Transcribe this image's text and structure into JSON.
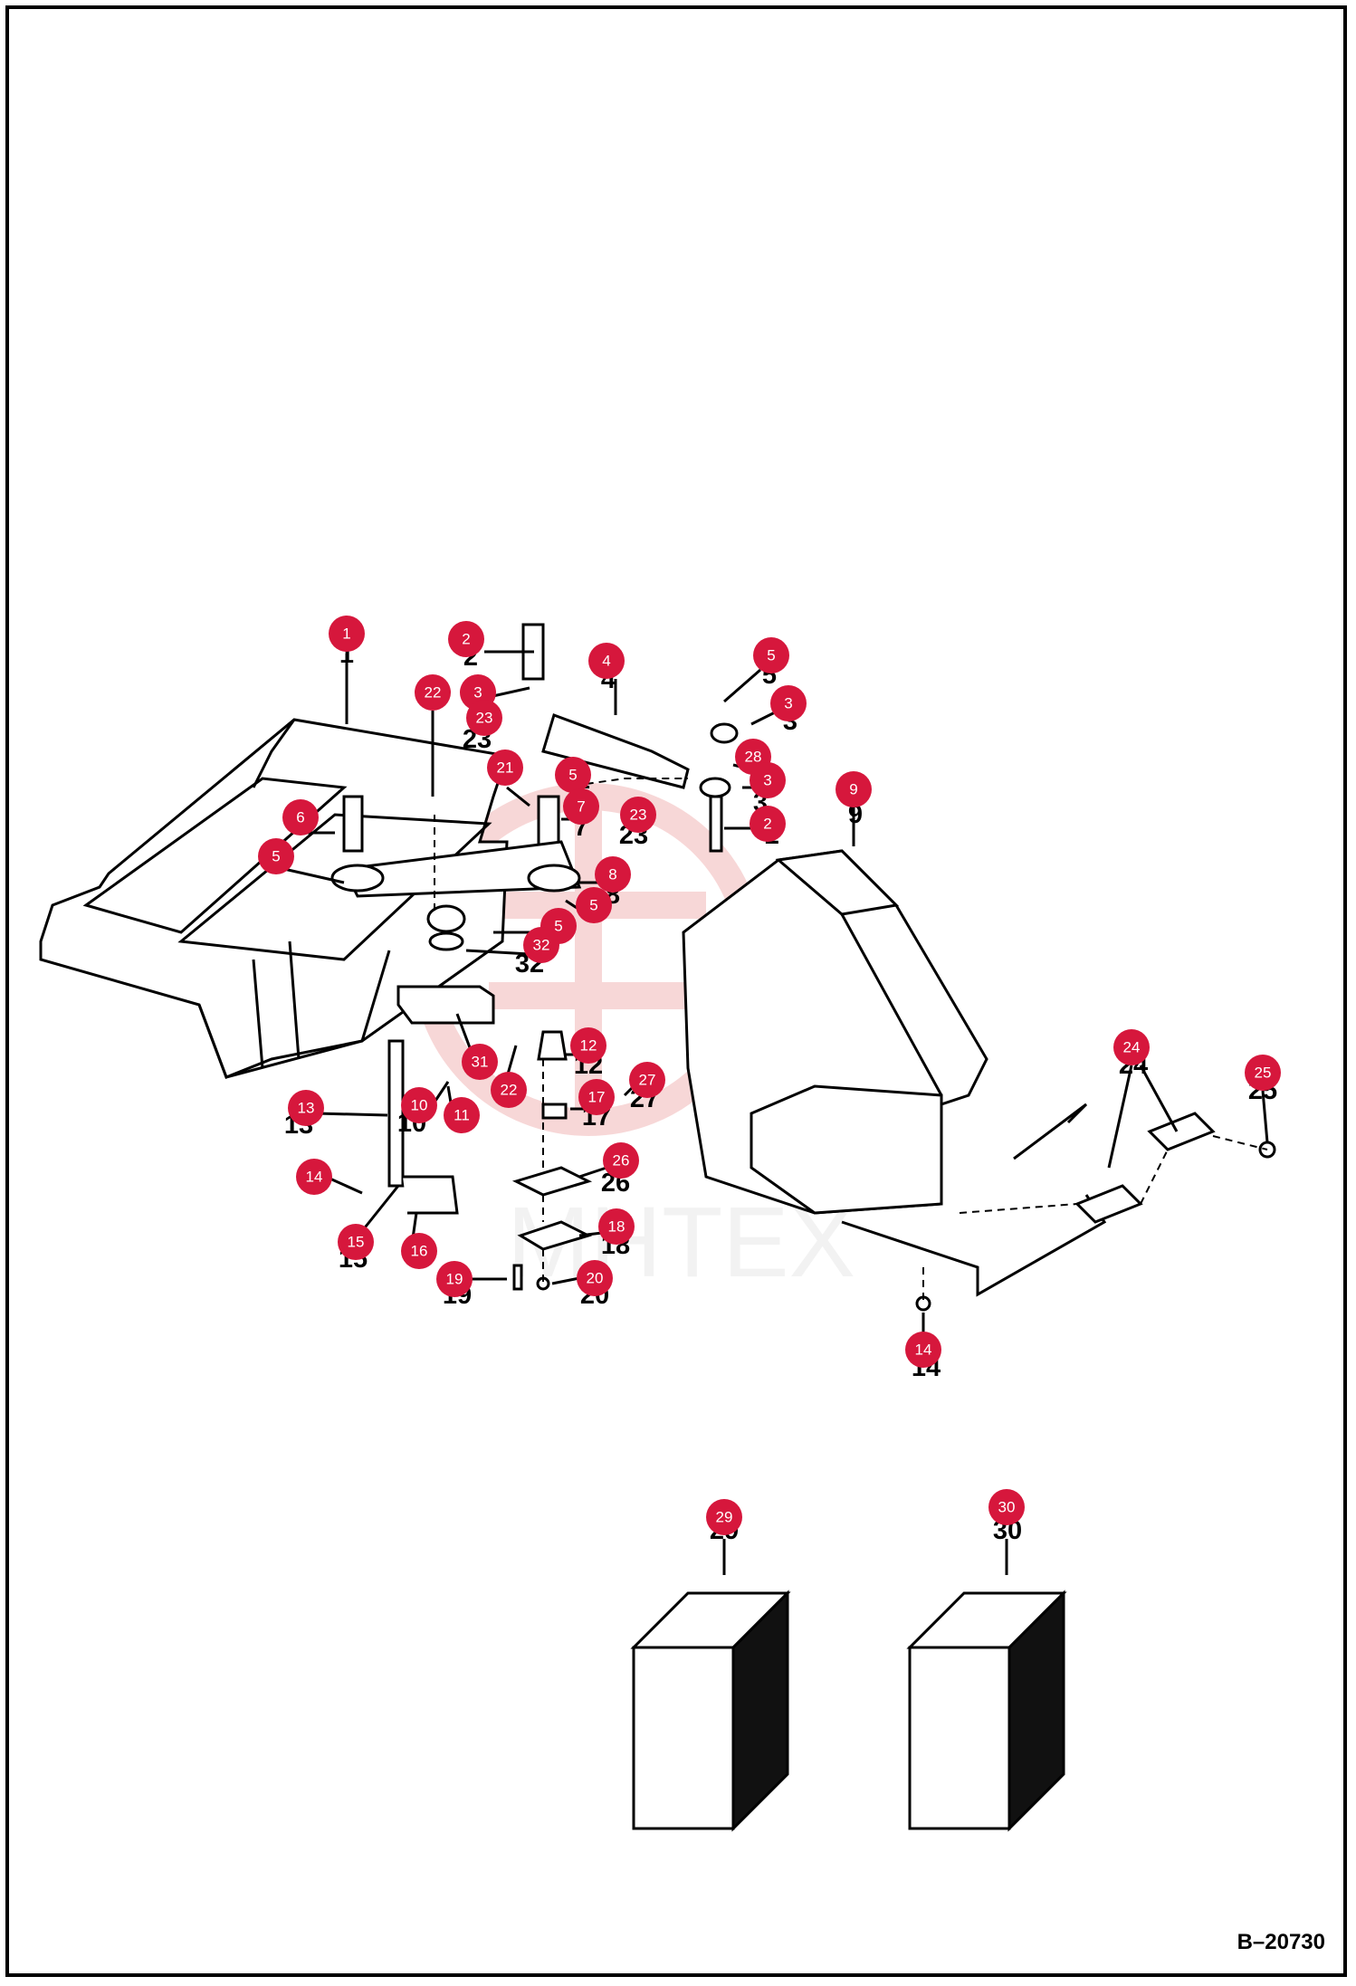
{
  "document": {
    "reference_code": "B–20730",
    "watermark_text": "MHTEX"
  },
  "colors": {
    "callout_fill": "#d6173c",
    "line": "#000000",
    "watermark": "#f2b7b7"
  },
  "callouts": [
    {
      "id": "c1",
      "label": "1"
    },
    {
      "id": "c2a",
      "label": "2"
    },
    {
      "id": "c3a",
      "label": "3"
    },
    {
      "id": "c4",
      "label": "4"
    },
    {
      "id": "c5a",
      "label": "5"
    },
    {
      "id": "c3b",
      "label": "3"
    },
    {
      "id": "c22a",
      "label": "22"
    },
    {
      "id": "c23a",
      "label": "23"
    },
    {
      "id": "c28",
      "label": "28"
    },
    {
      "id": "c5b",
      "label": "5"
    },
    {
      "id": "c3c",
      "label": "3"
    },
    {
      "id": "c21",
      "label": "21"
    },
    {
      "id": "c23b",
      "label": "23"
    },
    {
      "id": "c9",
      "label": "9"
    },
    {
      "id": "c2b",
      "label": "2"
    },
    {
      "id": "c6",
      "label": "6"
    },
    {
      "id": "c7",
      "label": "7"
    },
    {
      "id": "c5c",
      "label": "5"
    },
    {
      "id": "c8",
      "label": "8"
    },
    {
      "id": "c5d",
      "label": "5"
    },
    {
      "id": "c5e",
      "label": "5"
    },
    {
      "id": "c32",
      "label": "32"
    },
    {
      "id": "c12",
      "label": "12"
    },
    {
      "id": "c31",
      "label": "31"
    },
    {
      "id": "c27",
      "label": "27"
    },
    {
      "id": "c22b",
      "label": "22"
    },
    {
      "id": "c17",
      "label": "17"
    },
    {
      "id": "c24",
      "label": "24"
    },
    {
      "id": "c25",
      "label": "25"
    },
    {
      "id": "c13",
      "label": "13"
    },
    {
      "id": "c10",
      "label": "10"
    },
    {
      "id": "c11",
      "label": "11"
    },
    {
      "id": "c26",
      "label": "26"
    },
    {
      "id": "c14a",
      "label": "14"
    },
    {
      "id": "c18",
      "label": "18"
    },
    {
      "id": "c15",
      "label": "15"
    },
    {
      "id": "c16",
      "label": "16"
    },
    {
      "id": "c19",
      "label": "19"
    },
    {
      "id": "c20",
      "label": "20"
    },
    {
      "id": "c14b",
      "label": "14"
    },
    {
      "id": "c29",
      "label": "29"
    },
    {
      "id": "c30",
      "label": "30"
    }
  ],
  "part_numbers": [
    {
      "id": "p1",
      "text": "1"
    },
    {
      "id": "p2a",
      "text": "2"
    },
    {
      "id": "p4",
      "text": "4"
    },
    {
      "id": "p5a",
      "text": "5"
    },
    {
      "id": "p3a",
      "text": "3"
    },
    {
      "id": "p23a",
      "text": "23"
    },
    {
      "id": "p3b",
      "text": "3"
    },
    {
      "id": "p7",
      "text": "7"
    },
    {
      "id": "p23b",
      "text": "23"
    },
    {
      "id": "p2b",
      "text": "2"
    },
    {
      "id": "p9",
      "text": "9"
    },
    {
      "id": "p5b",
      "text": "5"
    },
    {
      "id": "p8",
      "text": "8"
    },
    {
      "id": "p5c",
      "text": "5"
    },
    {
      "id": "p32",
      "text": "32"
    },
    {
      "id": "p12",
      "text": "12"
    },
    {
      "id": "p17",
      "text": "17"
    },
    {
      "id": "p27",
      "text": "27"
    },
    {
      "id": "p13",
      "text": "13"
    },
    {
      "id": "p10",
      "text": "10"
    },
    {
      "id": "p26",
      "text": "26"
    },
    {
      "id": "p18",
      "text": "18"
    },
    {
      "id": "p15",
      "text": "15"
    },
    {
      "id": "p19",
      "text": "19"
    },
    {
      "id": "p20",
      "text": "20"
    },
    {
      "id": "p24",
      "text": "24"
    },
    {
      "id": "p25",
      "text": "25"
    },
    {
      "id": "p14",
      "text": "14"
    },
    {
      "id": "p29",
      "text": "29"
    },
    {
      "id": "p30",
      "text": "30"
    }
  ]
}
